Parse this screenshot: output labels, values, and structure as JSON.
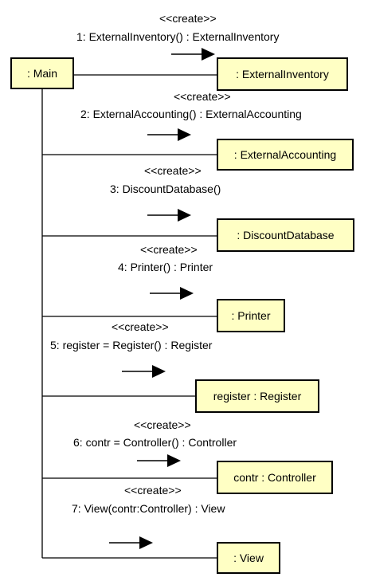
{
  "diagram": {
    "main_object": ": Main",
    "messages": [
      {
        "stereotype": "<<create>>",
        "text": "1: ExternalInventory() : ExternalInventory",
        "target": ": ExternalInventory"
      },
      {
        "stereotype": "<<create>>",
        "text": "2: ExternalAccounting() : ExternalAccounting",
        "target": ": ExternalAccounting"
      },
      {
        "stereotype": "<<create>>",
        "text": "3: DiscountDatabase()",
        "target": ": DiscountDatabase"
      },
      {
        "stereotype": "<<create>>",
        "text": "4: Printer() : Printer",
        "target": ": Printer"
      },
      {
        "stereotype": "<<create>>",
        "text": "5: register = Register() : Register",
        "target": "register : Register"
      },
      {
        "stereotype": "<<create>>",
        "text": "6: contr = Controller() : Controller",
        "target": "contr : Controller"
      },
      {
        "stereotype": "<<create>>",
        "text": "7: View(contr:Controller) : View",
        "target": ": View"
      }
    ],
    "colors": {
      "object_fill": "#ffffc4",
      "line": "#000000"
    }
  }
}
